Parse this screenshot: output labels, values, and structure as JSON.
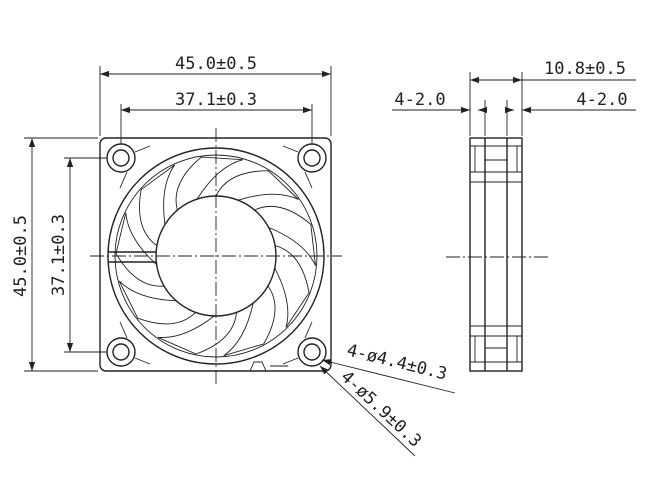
{
  "front_view": {
    "width_label": "45.0±0.5",
    "hole_spacing_label": "37.1±0.3",
    "height_label": "45.0±0.5",
    "vertical_hole_spacing_label": "37.1±0.3",
    "inner_hole_label": "4-ø4.4±0.3",
    "outer_boss_label": "4-ø5.9±0.3",
    "blade_count": 9
  },
  "side_view": {
    "depth_label": "10.8±0.5",
    "left_flange_label": "4-2.0",
    "right_flange_label": "4-2.0"
  }
}
